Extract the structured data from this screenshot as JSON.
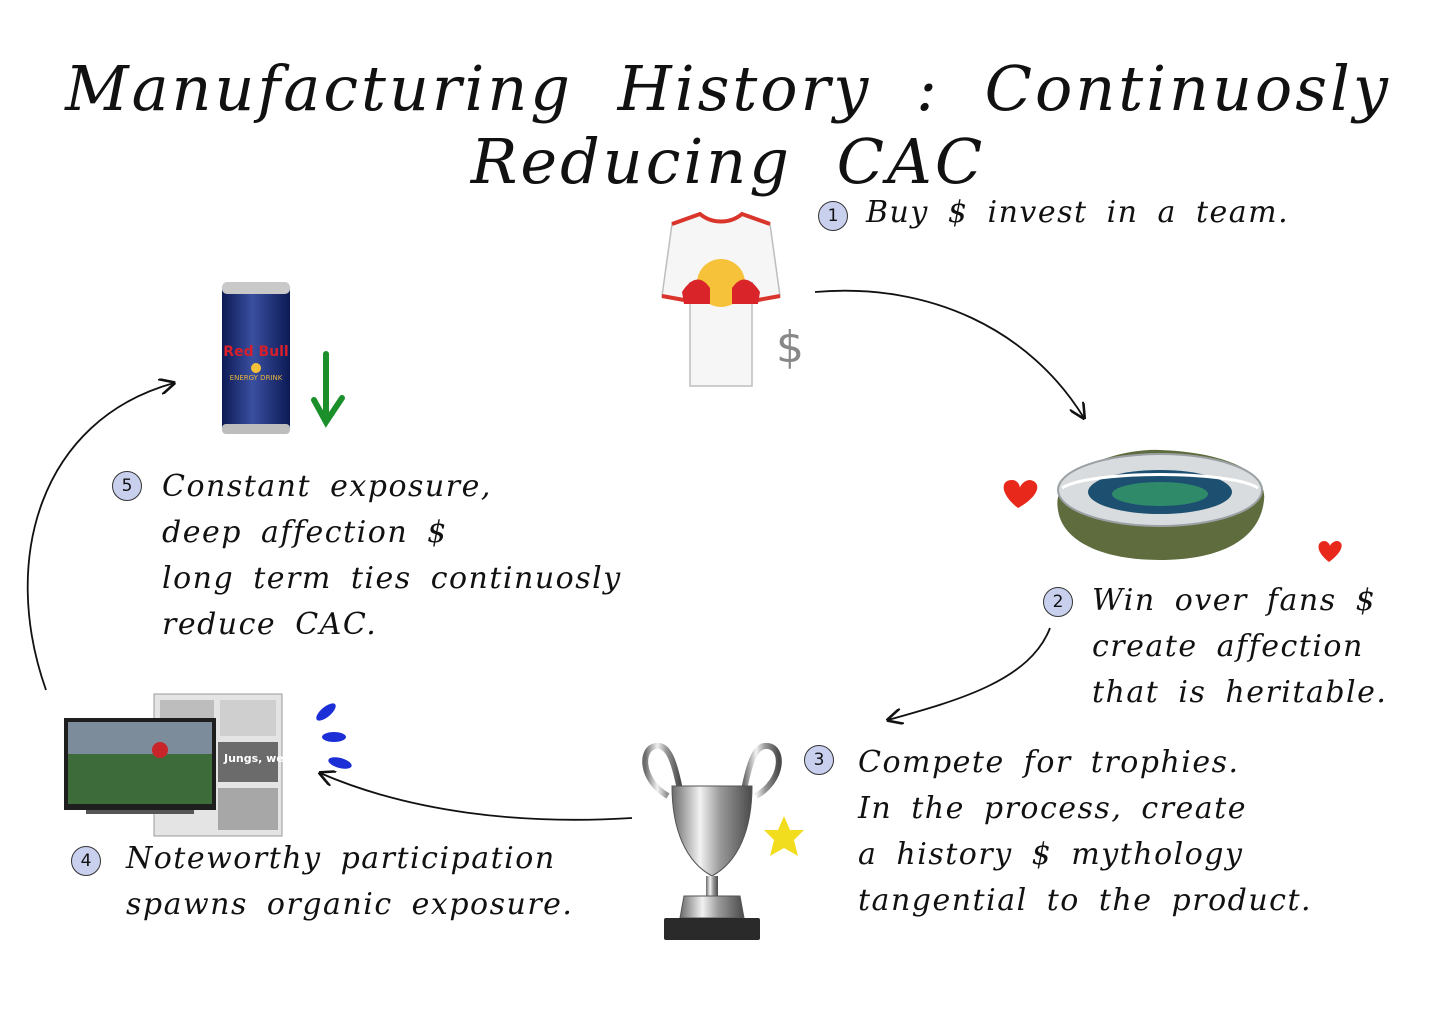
{
  "title": "Manufacturing History : Continuosly Reducing CAC",
  "steps": [
    {
      "number": "1",
      "lines": [
        "Buy $ invest in a team."
      ]
    },
    {
      "number": "2",
      "lines": [
        "Win over fans $",
        "create affection",
        "that is heritable."
      ]
    },
    {
      "number": "3",
      "lines": [
        "Compete for trophies.",
        "In the process, create",
        "a history $ mythology",
        "tangential to the product."
      ]
    },
    {
      "number": "4",
      "lines": [
        "Noteworthy participation",
        "spawns organic exposure."
      ]
    },
    {
      "number": "5",
      "lines": [
        "Constant exposure,",
        "deep affection $",
        "long term ties continuosly",
        "reduce CAC."
      ]
    }
  ],
  "dollar_sign": "$",
  "can_logo": "Red Bull",
  "can_subtext": "ENERGY DRINK",
  "newspaper_headline": "Jungs, we love you",
  "colors": {
    "heart": "#e8281b",
    "down_arrow": "#1a8f2a",
    "star": "#f2dc1e",
    "blue_marks": "#1c2fd6",
    "number_badge": "#c9d0ee"
  },
  "icons": [
    "jersey-icon",
    "dollar-icon",
    "stadium-icon",
    "heart-icon",
    "trophy-icon",
    "star-icon",
    "tv-icon",
    "newspaper-icon",
    "energy-can-icon",
    "down-arrow-icon"
  ]
}
